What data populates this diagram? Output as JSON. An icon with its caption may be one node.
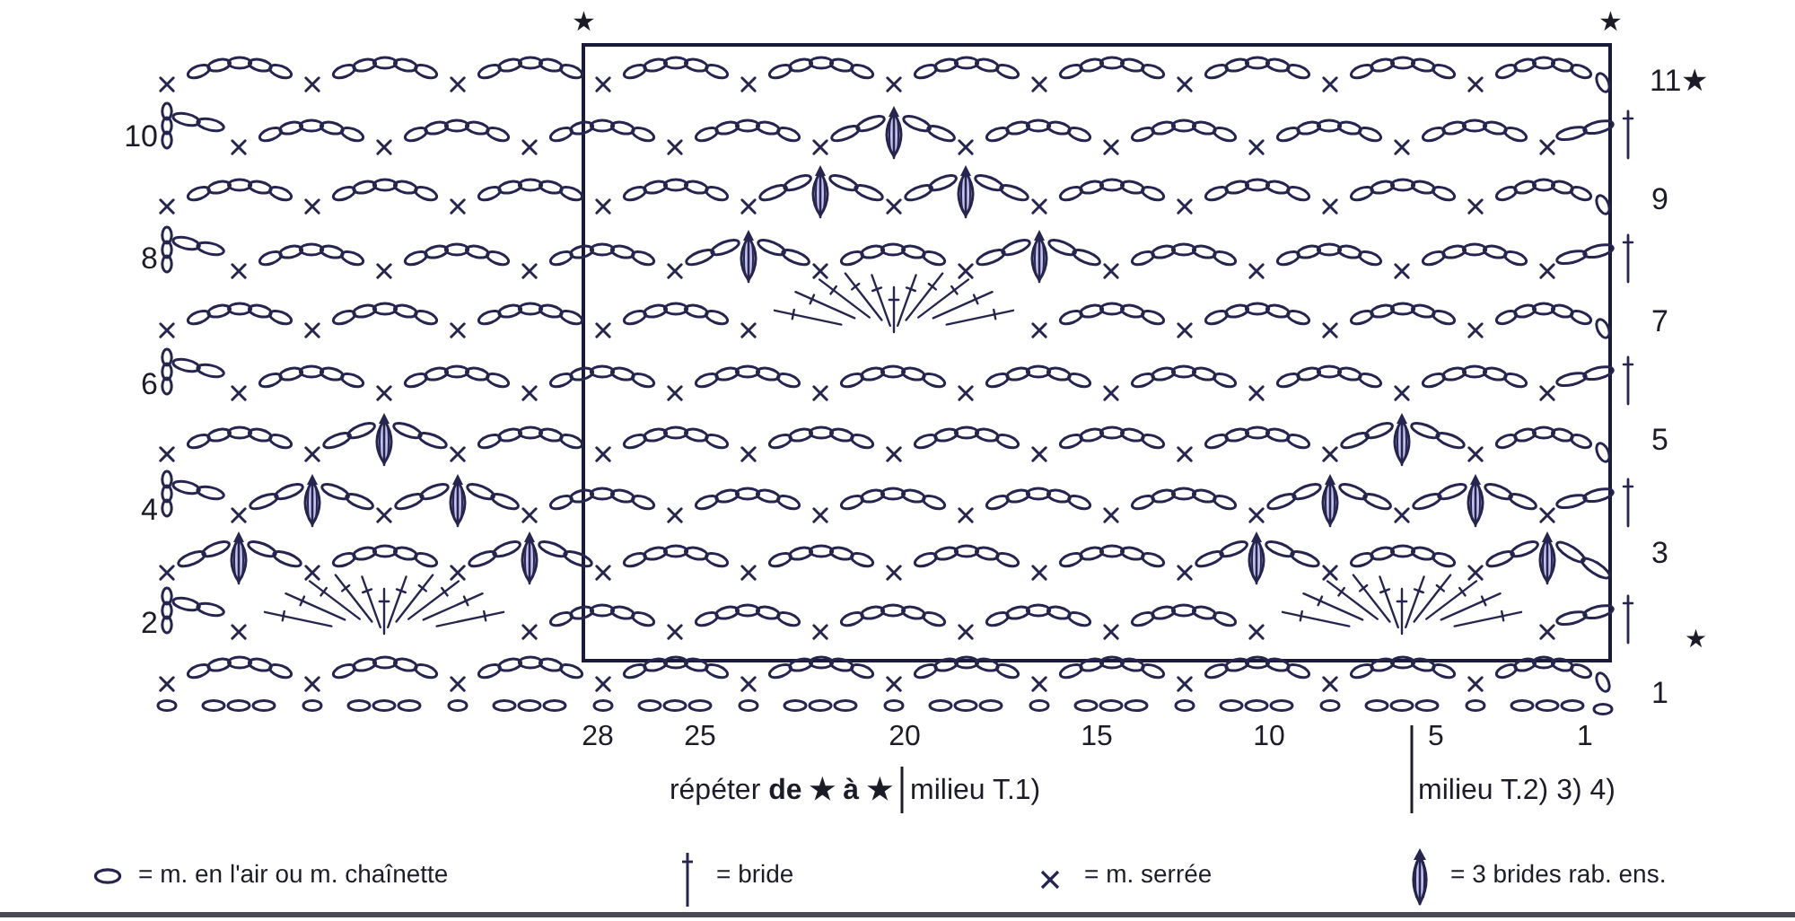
{
  "diagram": {
    "labels": [
      "★",
      "★",
      "11★",
      "10",
      "9",
      "8",
      "7",
      "6",
      "5",
      "4",
      "3",
      "2",
      "★",
      "1",
      "28",
      "25",
      "20",
      "15",
      "10",
      "5",
      "1",
      "répéter **de ★ à ★**",
      "milieu T.1)",
      "milieu T.2) 3) 4)"
    ],
    "legend": [
      {
        "text": "= m. en l'air ou m. chaînette"
      },
      {
        "text": "= bride"
      },
      {
        "text": "= m. serrée"
      },
      {
        "text": "= 3 brides rab. ens."
      }
    ]
  }
}
